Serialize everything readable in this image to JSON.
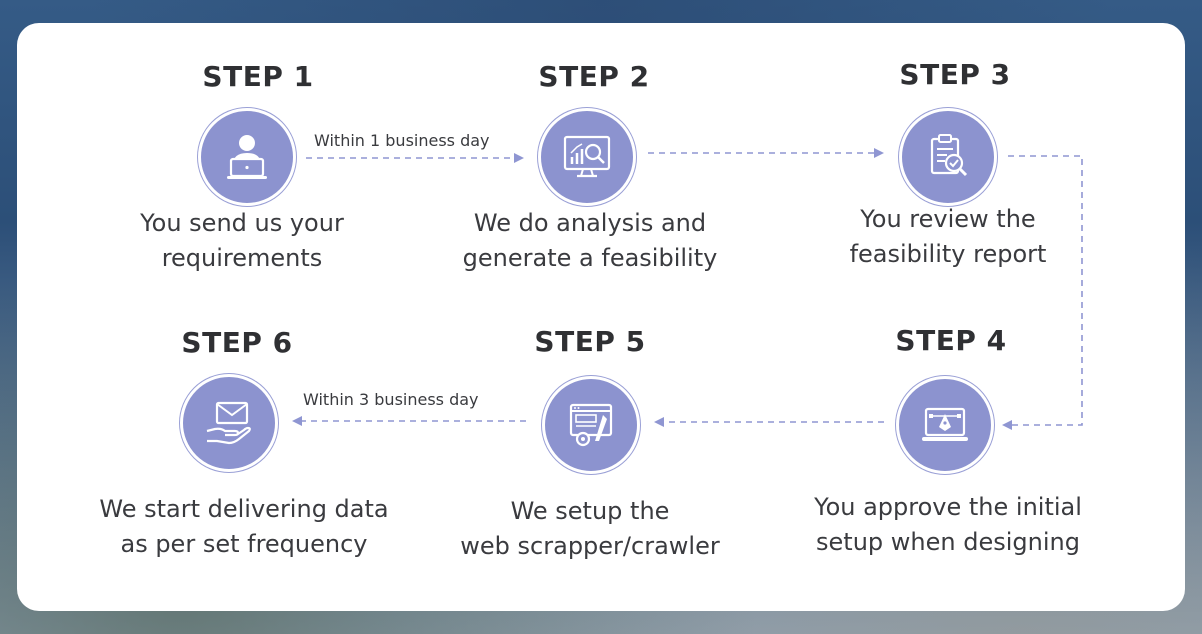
{
  "steps": [
    {
      "title": "STEP 1",
      "icon": "person-laptop-icon",
      "lines": [
        "You send us your",
        "requirements"
      ]
    },
    {
      "title": "STEP 2",
      "icon": "analytics-monitor-icon",
      "lines": [
        "We do analysis and",
        "generate a feasibility"
      ]
    },
    {
      "title": "STEP 3",
      "icon": "report-review-icon",
      "lines": [
        "You review the",
        "feasibility report"
      ]
    },
    {
      "title": "STEP 4",
      "icon": "design-laptop-icon",
      "lines": [
        "You approve the initial",
        "setup when designing"
      ]
    },
    {
      "title": "STEP 5",
      "icon": "web-scraper-icon",
      "lines": [
        "We setup the",
        "web scrapper/crawler"
      ]
    },
    {
      "title": "STEP 6",
      "icon": "envelope-hand-icon",
      "lines": [
        "We start delivering data",
        "as per set frequency"
      ]
    }
  ],
  "connectors": {
    "step1_to_step2": "Within 1 business day",
    "step6_from_step5": "Within 3 business day"
  },
  "colors": {
    "circle": "#8c93cf",
    "dashed_line": "#8f96d2",
    "title_text": "#2f3033",
    "body_text": "#3a3b3f",
    "card": "#ffffff"
  }
}
